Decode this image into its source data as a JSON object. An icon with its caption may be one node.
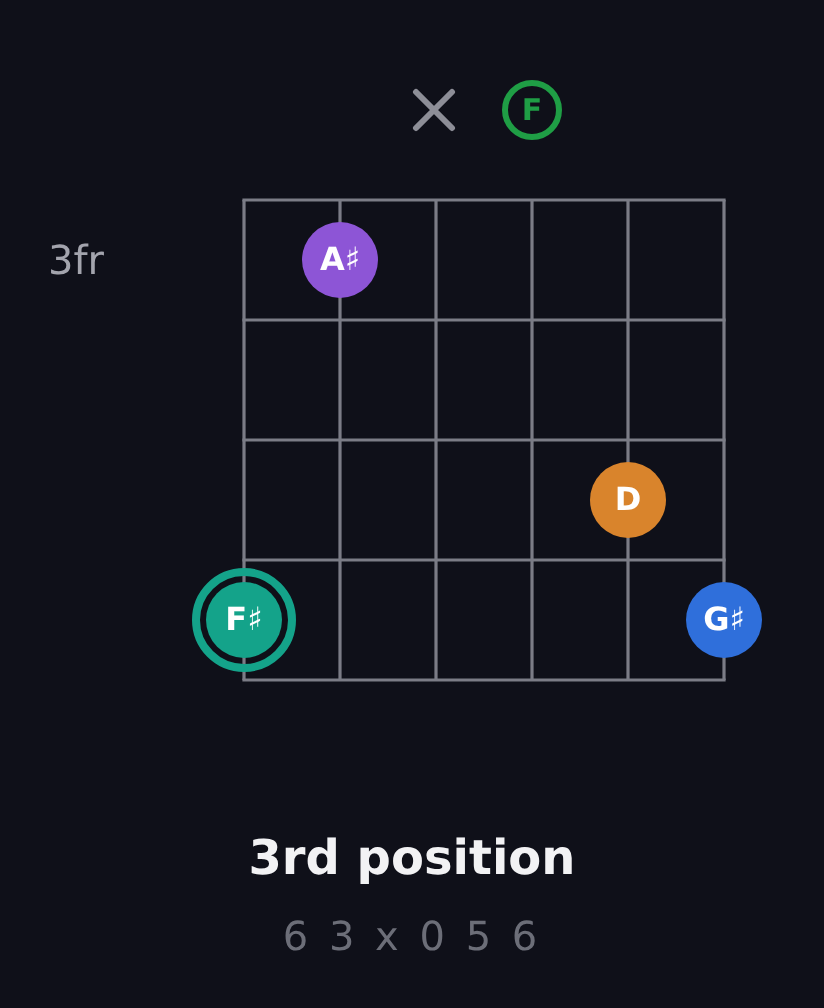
{
  "diagram": {
    "title": "3rd position",
    "caption": "6 3 x 0 5 6",
    "nodes": [
      {
        "text": [
          "F"
        ]
      },
      {
        "text": [
          "A♯"
        ]
      },
      {
        "text": [
          "D"
        ]
      },
      {
        "text": [
          "F♯"
        ]
      },
      {
        "text": [
          "G♯"
        ]
      }
    ],
    "edges": [],
    "labels": [
      "3fr"
    ]
  }
}
